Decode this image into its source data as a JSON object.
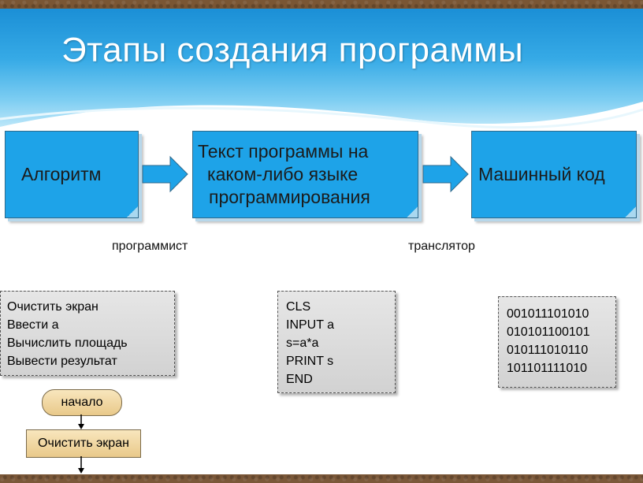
{
  "slide": {
    "title": "Этапы создания программы",
    "stages": [
      {
        "label_lines": [
          "Алгоритм"
        ]
      },
      {
        "label_lines": [
          "Текст программы на",
          "каком-либо языке",
          "программирования"
        ]
      },
      {
        "label_lines": [
          "Машинный код"
        ]
      }
    ],
    "roles": {
      "first": "программист",
      "second": "транслятор"
    },
    "algorithm_steps": [
      "Очистить экран",
      "Ввести а",
      "Вычислить площадь",
      "Вывести результат"
    ],
    "program_code": [
      "CLS",
      "INPUT a",
      "s=a*a",
      "PRINT s",
      "END"
    ],
    "machine_code": [
      "001011101010",
      "010101100101",
      "010111010110",
      "101101111010"
    ],
    "flowchart": {
      "start": "начало",
      "step1": "Очистить экран"
    }
  },
  "colors": {
    "box": "#1ea3e8",
    "arrow": "#1ea3e8",
    "flow_block": "#f4dba6"
  }
}
